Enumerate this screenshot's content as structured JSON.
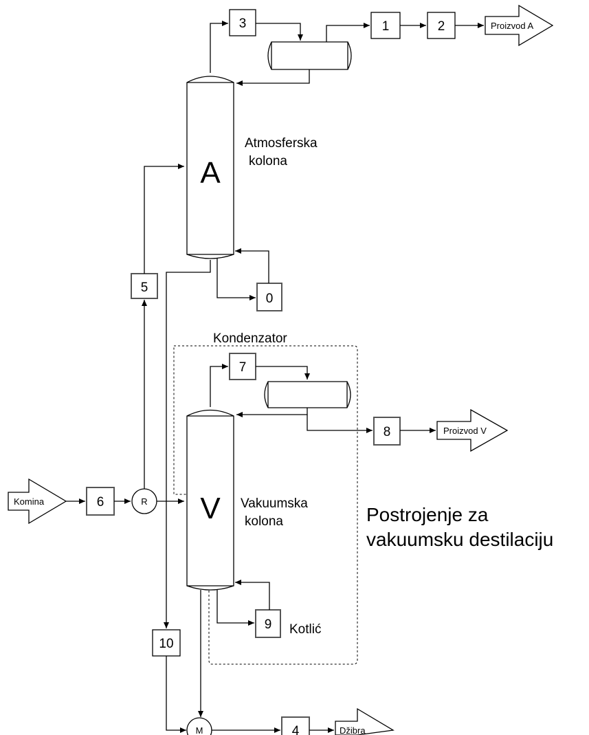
{
  "columns": {
    "atmospheric": {
      "letter": "A",
      "label_line1": "Atmosferska",
      "label_line2": "kolona"
    },
    "vacuum": {
      "letter": "V",
      "label_line1": "Vakuumska",
      "label_line2": "kolona"
    }
  },
  "boxes": {
    "b0": "0",
    "b1": "1",
    "b2": "2",
    "b3": "3",
    "b4": "4",
    "b5": "5",
    "b6": "6",
    "b7": "7",
    "b8": "8",
    "b9": "9",
    "b10": "10"
  },
  "circles": {
    "r": "R",
    "m": "M"
  },
  "streams": {
    "product_a": "Proizvod A",
    "product_v": "Proizvod V",
    "feed": "Komina",
    "residue": "Džibra"
  },
  "labels": {
    "condenser": "Kondenzator",
    "reboiler": "Kotlić",
    "plant_line1": "Postrojenje za",
    "plant_line2": "vakuumsku destilaciju"
  }
}
